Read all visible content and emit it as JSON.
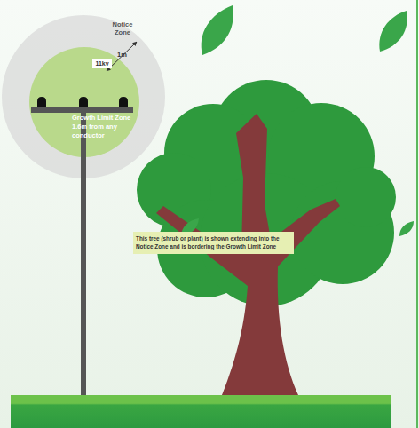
{
  "diagram": {
    "nodes": [
      {
        "text": [
          "Notice Zone"
        ]
      },
      {
        "text": [
          "Growth Limit Zone 1.6m from any conductor"
        ],
        "in": 0
      },
      {
        "text": [
          "This tree (shrub or plant) is shown extending into the Notice Zone and is bordering the Growth Limit Zone"
        ]
      }
    ],
    "labels": [
      "11kv",
      "1m"
    ]
  }
}
